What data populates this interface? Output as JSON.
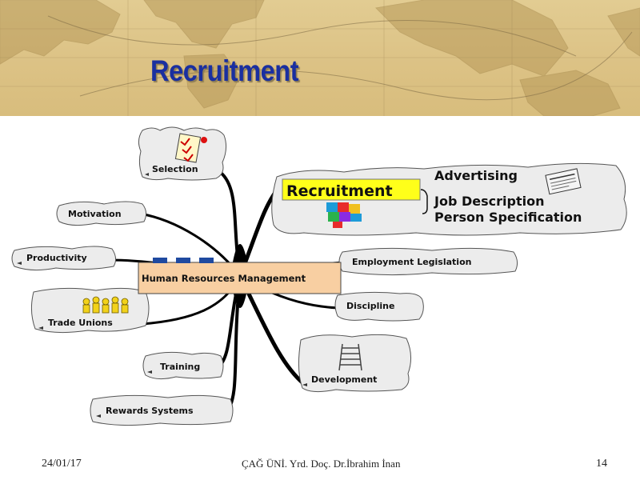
{
  "slide": {
    "title": "Recruitment"
  },
  "mindmap": {
    "center": "Human Resources Management",
    "focus": {
      "label": "Recruitment",
      "items": [
        "Advertising",
        "Job Description",
        "Person Specification"
      ]
    },
    "left_branches": [
      "Selection",
      "Motivation",
      "Productivity",
      "Trade Unions",
      "Training",
      "Rewards Systems"
    ],
    "right_branches": [
      "Employment Legislation",
      "Discipline",
      "Development"
    ]
  },
  "colors": {
    "title": "#1a2fa0",
    "header_bg": "#dcc285",
    "center_fill": "#f8cfa2",
    "center_handle": "#1f4aa0",
    "highlight": "#ffff1a",
    "bubble_fill": "#ececec",
    "connector": "#000000"
  },
  "icons": {
    "selection": "checklist-icon",
    "recruitment": "puzzle-icon",
    "advertising": "newspaper-icon",
    "trade_unions": "people-group-icon",
    "development": "ladder-icon"
  },
  "footer": {
    "date": "24/01/17",
    "credit": "ÇAĞ ÜNİ. Yrd. Doç. Dr.İbrahim İnan",
    "page": "14"
  }
}
